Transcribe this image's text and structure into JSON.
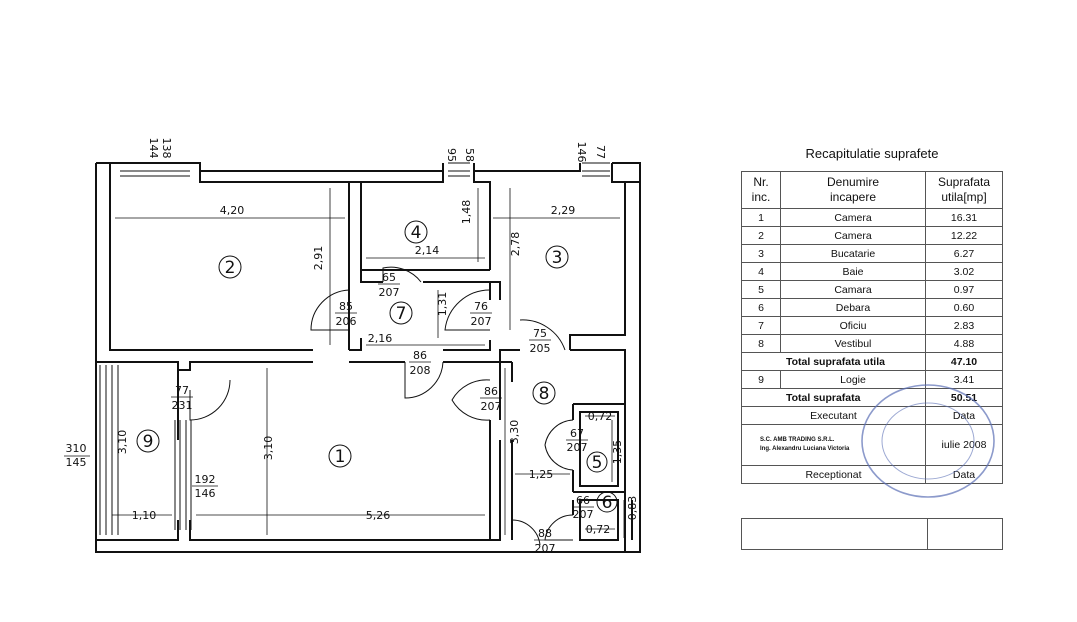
{
  "plan": {
    "rooms": [
      {
        "id": "1",
        "label": "1"
      },
      {
        "id": "2",
        "label": "2"
      },
      {
        "id": "3",
        "label": "3"
      },
      {
        "id": "4",
        "label": "4"
      },
      {
        "id": "5",
        "label": "5"
      },
      {
        "id": "6",
        "label": "6"
      },
      {
        "id": "7",
        "label": "7"
      },
      {
        "id": "8",
        "label": "8"
      },
      {
        "id": "9",
        "label": "9"
      }
    ],
    "dimensions": {
      "room2_width": "4,20",
      "room2_height": "2,91",
      "room4_height": "1,48",
      "room4_width": "2,14",
      "room3_height": "2,78",
      "room3_width": "2,29",
      "hall_width": "2,16",
      "hall_height": "1,31",
      "room1_height": "3,10",
      "room1_width": "5,26",
      "room9_height": "3,10",
      "room9_width": "1,10",
      "room8_height": "3,30",
      "room8_width": "1,25",
      "room5_width": "0,72",
      "room5_height": "1,35",
      "room6_width": "0,72",
      "room6_height": "0,83"
    },
    "windows": {
      "w2_top": "138",
      "w2_bottom": "144",
      "w4_top": "95",
      "w4_bottom": "58",
      "w3_top": "146",
      "w3_bottom": "77",
      "w9_top": "310",
      "w9_bottom": "145"
    },
    "doors": {
      "d4_top": "65",
      "d4_bottom": "207",
      "d2_top": "85",
      "d2_bottom": "206",
      "d3_top": "76",
      "d3_bottom": "207",
      "d8_top": "75",
      "d8_bottom": "205",
      "dhall_top": "86",
      "dhall_bottom": "208",
      "d1_top": "86",
      "d1_bottom": "207",
      "d9_top": "77",
      "d9_bottom": "231",
      "d9b_top": "192",
      "d9b_bottom": "146",
      "d5_top": "67",
      "d5_bottom": "207",
      "d6_top": "66",
      "d6_bottom": "207",
      "dentry_top": "88",
      "dentry_bottom": "207"
    }
  },
  "recap": {
    "title": "Recapitulatie suprafete",
    "headers": {
      "nr": [
        "Nr.",
        "inc."
      ],
      "name": [
        "Denumire",
        "incapere"
      ],
      "area": [
        "Suprafata",
        "utila[mp]"
      ]
    },
    "rows": [
      {
        "nr": "1",
        "name": "Camera",
        "area": "16.31"
      },
      {
        "nr": "2",
        "name": "Camera",
        "area": "12.22"
      },
      {
        "nr": "3",
        "name": "Bucatarie",
        "area": "6.27"
      },
      {
        "nr": "4",
        "name": "Baie",
        "area": "3.02"
      },
      {
        "nr": "5",
        "name": "Camara",
        "area": "0.97"
      },
      {
        "nr": "6",
        "name": "Debara",
        "area": "0.60"
      },
      {
        "nr": "7",
        "name": "Oficiu",
        "area": "2.83"
      },
      {
        "nr": "8",
        "name": "Vestibul",
        "area": "4.88"
      }
    ],
    "total_util_label": "Total suprafata utila",
    "total_util_value": "47.10",
    "row9": {
      "nr": "9",
      "name": "Logie",
      "area": "3.41"
    },
    "total_label": "Total suprafata",
    "total_value": "50.51",
    "executant_label": "Executant",
    "data_label": "Data",
    "company": "S.C. AMB TRADING S.R.L.",
    "engineer": "Ing. Alexandru Luciana Victoria",
    "date_value": "iulie 2008",
    "receptionat_label": "Receptionat",
    "data_label2": "Data"
  },
  "colors": {
    "ink": "#111111",
    "stamp": "#5b6fb5",
    "grid": "#555555"
  }
}
